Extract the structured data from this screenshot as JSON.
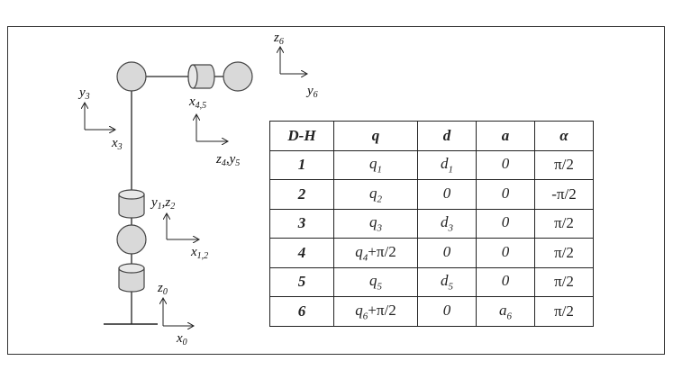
{
  "frames": {
    "z6": {
      "base": "z",
      "sub": "6"
    },
    "y6": {
      "base": "y",
      "sub": "6"
    },
    "y3": {
      "base": "y",
      "sub": "3"
    },
    "x3": {
      "base": "x",
      "sub": "3"
    },
    "x45": {
      "base": "x",
      "sub": "4,5"
    },
    "z4": {
      "base": "z",
      "sub": "4"
    },
    "comma1": ",",
    "y5": {
      "base": "y",
      "sub": "5"
    },
    "y1": {
      "base": "y",
      "sub": "1"
    },
    "comma2": ",",
    "z2": {
      "base": "z",
      "sub": "2"
    },
    "x12": {
      "base": "x",
      "sub": "1,2"
    },
    "z0": {
      "base": "z",
      "sub": "0"
    },
    "x0": {
      "base": "x",
      "sub": "0"
    }
  },
  "table": {
    "headers": [
      "D-H",
      "q",
      "d",
      "a",
      "α"
    ],
    "rows": [
      {
        "idx": "1",
        "q": "q",
        "q_sub": "1",
        "q_suffix": "",
        "d": "d",
        "d_sub": "1",
        "a": "0",
        "a_sub": "",
        "alpha": "π/2"
      },
      {
        "idx": "2",
        "q": "q",
        "q_sub": "2",
        "q_suffix": "",
        "d": "0",
        "d_sub": "",
        "a": "0",
        "a_sub": "",
        "alpha": "-π/2"
      },
      {
        "idx": "3",
        "q": "q",
        "q_sub": "3",
        "q_suffix": "",
        "d": "d",
        "d_sub": "3",
        "a": "0",
        "a_sub": "",
        "alpha": "π/2"
      },
      {
        "idx": "4",
        "q": "q",
        "q_sub": "4",
        "q_suffix": "+π/2",
        "d": "0",
        "d_sub": "",
        "a": "0",
        "a_sub": "",
        "alpha": "π/2"
      },
      {
        "idx": "5",
        "q": "q",
        "q_sub": "5",
        "q_suffix": "",
        "d": "d",
        "d_sub": "5",
        "a": "0",
        "a_sub": "",
        "alpha": "π/2"
      },
      {
        "idx": "6",
        "q": "q",
        "q_sub": "6",
        "q_suffix": "+π/2",
        "d": "0",
        "d_sub": "",
        "a": "a",
        "a_sub": "6",
        "alpha": "π/2"
      }
    ]
  }
}
